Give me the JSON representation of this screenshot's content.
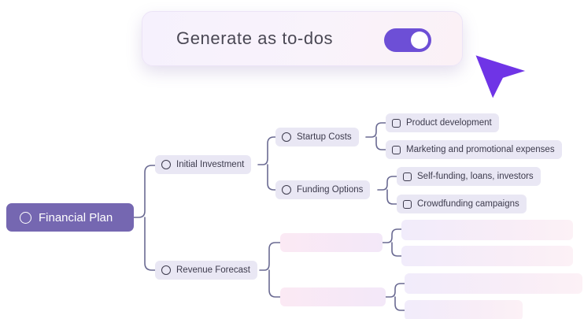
{
  "toggle": {
    "label": "Generate as to-dos",
    "state": "on"
  },
  "mindmap": {
    "root": "Financial Plan",
    "branches": [
      {
        "label": "Initial Investment",
        "children": [
          {
            "label": "Startup Costs",
            "tasks": [
              "Product development",
              "Marketing and promotional expenses"
            ]
          },
          {
            "label": "Funding Options",
            "tasks": [
              "Self-funding, loans, investors",
              "Crowdfunding campaigns"
            ]
          }
        ]
      },
      {
        "label": "Revenue Forecast"
      }
    ]
  },
  "colors": {
    "accent": "#6d4fd6",
    "root_fill": "#7567b1",
    "node_fill": "#e9e7f4",
    "connector": "#6a6a92",
    "placeholder_tint": "#f5e9f6"
  },
  "icons": {
    "cursor": "pointer-arrow-icon",
    "node": "circle-outline-icon",
    "task": "checkbox-icon"
  }
}
